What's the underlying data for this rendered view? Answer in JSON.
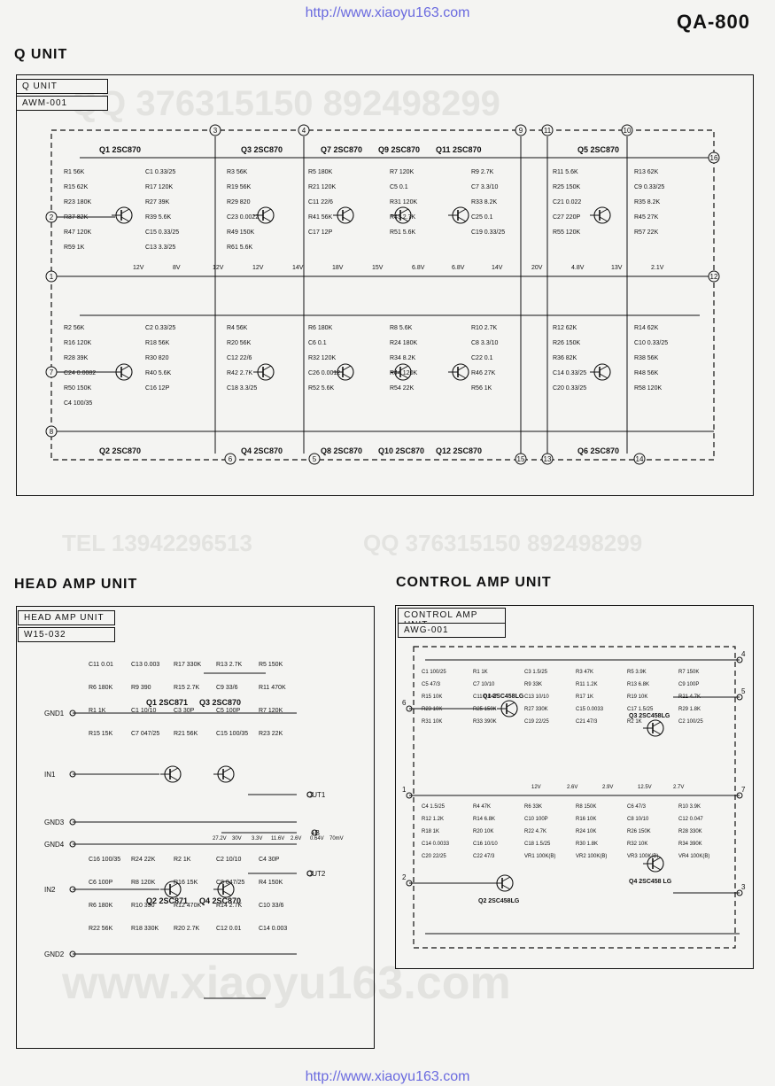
{
  "header": {
    "url_top": "http://www.xiaoyu163.com",
    "model": "QA-800",
    "url_bottom": "http://www.xiaoyu163.com"
  },
  "watermarks": {
    "qq_top": "QQ 376315150  892498299",
    "tel": "TEL 13942296513",
    "qq_mid": "QQ 376315150 892498299",
    "site": "www.xiaoyu163.com"
  },
  "q_unit": {
    "section_title": "Q UNIT",
    "tag_title": "Q UNIT",
    "tag_code": "AWM-001",
    "terminals": [
      "1",
      "2",
      "3",
      "4",
      "5",
      "6",
      "7",
      "8",
      "9",
      "10",
      "11",
      "12",
      "13",
      "14",
      "15",
      "16"
    ],
    "transistors_top": [
      "Q1 2SC870",
      "Q3 2SC870",
      "Q7 2SC870",
      "Q9 2SC870",
      "Q11 2SC870",
      "Q5 2SC870"
    ],
    "transistors_bottom": [
      "Q2 2SC870",
      "Q4 2SC870",
      "Q8 2SC870",
      "Q10 2SC870",
      "Q12 2SC870",
      "Q6 2SC870"
    ],
    "labels_top": [
      "R1 56K",
      "C1 0.33/25",
      "R3 56K",
      "R5 180K",
      "R7 120K",
      "R9 2.7K",
      "R11 5.6K",
      "R13 62K",
      "R15 62K",
      "R17 120K",
      "R19 56K",
      "R21 120K",
      "C5 0.1",
      "C7 3.3/10",
      "R25 150K",
      "C9 0.33/25",
      "R23 180K",
      "R27 39K",
      "R29 820",
      "C11 22/6",
      "R31 120K",
      "R33 8.2K",
      "C21 0.022",
      "R35 8.2K",
      "R37 82K",
      "R39 5.6K",
      "C23 0.0022",
      "R41 56K",
      "R43 2.7K",
      "C25 0.1",
      "C27 220P",
      "R45 27K",
      "R47 120K",
      "C15 0.33/25",
      "R49 150K",
      "C17 12P",
      "R51 5.6K",
      "C19 0.33/25",
      "R55 120K",
      "R57 22K",
      "R59 1K",
      "C13 3.3/25",
      "R61 5.6K"
    ],
    "labels_bottom": [
      "R2 56K",
      "C2 0.33/25",
      "R4 56K",
      "R6 180K",
      "R8 5.6K",
      "R10 2.7K",
      "R12 62K",
      "R14 62K",
      "R16 120K",
      "R18 56K",
      "R20 56K",
      "C6 0.1",
      "R24 180K",
      "C8 3.3/10",
      "R26 150K",
      "C10 0.33/25",
      "R28 39K",
      "R30 820",
      "C12 22/6",
      "R32 120K",
      "R34 8.2K",
      "C22 0.1",
      "R36 82K",
      "R38 56K",
      "C24 0.0082",
      "R40 5.6K",
      "R42 2.7K",
      "C26 0.0012",
      "R44 120K",
      "R46 27K",
      "C14 0.33/25",
      "R48 56K",
      "R50 150K",
      "C16 12P",
      "C18 3.3/25",
      "R52 5.6K",
      "R54 22K",
      "R56 1K",
      "C20 0.33/25",
      "R58 120K",
      "C4 100/35"
    ],
    "voltages": [
      "12V",
      "8V",
      "12V",
      "12V",
      "14V",
      "18V",
      "15V",
      "6.8V",
      "6.8V",
      "14V",
      "20V",
      "4.8V",
      "13V",
      "2.1V"
    ]
  },
  "head_amp": {
    "section_title": "HEAD AMP UNIT",
    "tag_title": "HEAD AMP UNIT",
    "tag_code": "W15-032",
    "terminals": [
      "GND1",
      "IN1",
      "GND3",
      "GND4",
      "IN2",
      "GND2",
      "OUT1",
      "OUT2",
      "+B"
    ],
    "transistors": [
      "Q1 2SC871",
      "Q3 2SC870",
      "Q2 2SC871",
      "Q4 2SC870"
    ],
    "labels": [
      "C11 0.01",
      "C13 0.003",
      "R17 330K",
      "R13 2.7K",
      "R5 150K",
      "R6 180K",
      "R9 390",
      "R15 2.7K",
      "C9 33/6",
      "R11 470K",
      "R1 1K",
      "C1 10/10",
      "C3 30P",
      "C5 100P",
      "R7 120K",
      "R15 15K",
      "C7 047/25",
      "R21 56K",
      "C15 100/35",
      "R23 22K",
      "C16 100/35",
      "R24 22K",
      "R2 1K",
      "C2 10/10",
      "C4 30P",
      "C6 100P",
      "R8 120K",
      "R16 15K",
      "C8 047/25",
      "R4 150K",
      "R6 180K",
      "R10 390",
      "R12 470K",
      "R14 2.7K",
      "C10 33/6",
      "R22 56K",
      "R18 330K",
      "R20 2.7K",
      "C12 0.01",
      "C14 0.003"
    ],
    "voltages": [
      "27.2V",
      "30V",
      "3.3V",
      "11.6V",
      "2.6V",
      "0.64V",
      "70mV"
    ]
  },
  "control_amp": {
    "section_title": "CONTROL AMP UNIT",
    "tag_title": "CONTROL AMP UNIT",
    "tag_code": "AWG-001",
    "terminals": [
      "1",
      "2",
      "3",
      "4",
      "5",
      "6",
      "7"
    ],
    "transistors": [
      "Q1 2SC458LG",
      "Q2 2SC458LG",
      "Q3 2SC458LG",
      "Q4 2SC458 LG"
    ],
    "labels": [
      "C1 100/25",
      "R1 1K",
      "C3 1.5/25",
      "R3 47K",
      "R5 3.9K",
      "R7 150K",
      "C5 47/3",
      "C7 10/10",
      "R9 33K",
      "R11 1.2K",
      "R13 6.8K",
      "C9 100P",
      "R15 10K",
      "C11 0.047",
      "C13 10/10",
      "R17 1K",
      "R19 10K",
      "R21 4.7K",
      "R23 10K",
      "R25 150K",
      "R27 330K",
      "C15 0.0033",
      "C17 1.5/25",
      "R29 1.8K",
      "R31 10K",
      "R33 390K",
      "C19 22/25",
      "C21 47/3",
      "R2 1K",
      "C2 100/25",
      "C4 1.5/25",
      "R4 47K",
      "R6 33K",
      "R8 150K",
      "C6 47/3",
      "R10 3.9K",
      "R12 1.2K",
      "R14 6.8K",
      "C10 100P",
      "R16 10K",
      "C8 10/10",
      "C12 0.047",
      "R18 1K",
      "R20 10K",
      "R22 4.7K",
      "R24 10K",
      "R26 150K",
      "R28 330K",
      "C14 0.0033",
      "C16 10/10",
      "C18 1.5/25",
      "R30 1.8K",
      "R32 10K",
      "R34 390K",
      "C20 22/25",
      "C22 47/3",
      "VR1 100K(B)",
      "VR2 100K(B)",
      "VR3 100K(B)",
      "VR4 100K(B)"
    ],
    "voltages": [
      "12V",
      "2.6V",
      "2.9V",
      "12.5V",
      "2.7V"
    ]
  }
}
